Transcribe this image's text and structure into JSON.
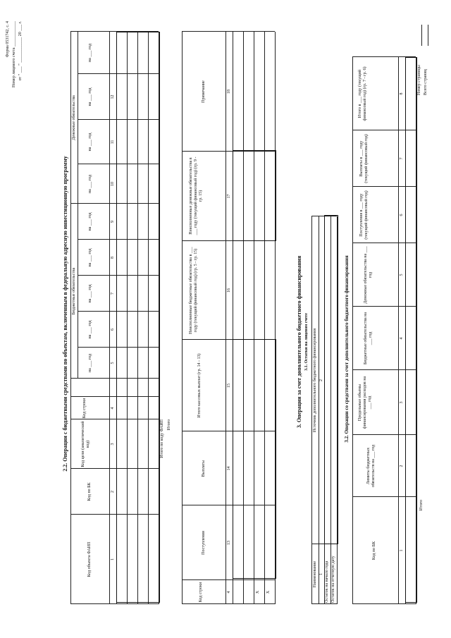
{
  "header": {
    "form_line": "Форма 0531742, с. 4",
    "account_line": "Номер лицевого счета ____________",
    "date_line": "от \" ___ \" ____________ 20 ___ г."
  },
  "section22": {
    "title": "2.2. Операции с бюджетными средствами по объектам, включенным в федеральную адресную инвестиционную программу",
    "col_object_code": "Код объекта ФАИП",
    "col_bk": "Код по БК",
    "col_goal": "Код цели (аналитический код)",
    "col_line": "Код строки",
    "group_budget": "Бюджетные обязательства",
    "group_money": "Денежные обязательства",
    "year_label": "на ___ год",
    "nums": [
      "1",
      "2",
      "3",
      "4",
      "5",
      "6",
      "7",
      "8",
      "9",
      "10",
      "11",
      "12"
    ],
    "total_faip": "Итого по коду ФАИП",
    "total": "Итого"
  },
  "table2": {
    "col_line": "Код строки",
    "col_in": "Поступления",
    "col_out": "Выплаты",
    "col_total_pay": "Итого кассовых выплат (гр. 14 - 13)",
    "col_unfilled_budget": "Неисполненные бюджетные обязательства в ___ году (текущий финансовый год) (гр. 5 - гр. 15)",
    "col_unfilled_money": "Неисполненные денежные обязательства в ___ году (текущий финансовый год) (гр. 9 - гр. 15)",
    "col_note": "Примечание",
    "nums": [
      "4",
      "13",
      "14",
      "15",
      "16",
      "17",
      "18"
    ],
    "x_mark": "X"
  },
  "section3": {
    "title": "3. Операции за счет дополнительного бюджетного финансирования",
    "sub31": "3.1. Остатки на лицевом счете",
    "col_name": "Наименование",
    "col_source": "Источник дополнительного бюджетного финансирования",
    "num1": "1",
    "num2": "2",
    "row_start": "Остаток на начало года",
    "row_end": "Остаток на отчетную дату",
    "sub32": "3.2. Операции со средствами за счет дополнительного бюджетного финансирования",
    "c_bk": "Код по БК",
    "c_limits": "Лимиты бюджетных обязательств на ___ год",
    "c_limit_vol": "Предельные объемы финансирования расходов на ___ год",
    "c_budget_obl": "Бюджетные обязательства на ___ год",
    "c_money_obl": "Денежные обязательства на ___ год",
    "c_in": "Поступления в ___ году (текущий финансовый год)",
    "c_out": "Выплаты в ___ году (текущий финансовый год)",
    "c_total": "Итого в ___ году (текущий финансовый год) (гр. 7 - гр. 6)",
    "nums": [
      "1",
      "2",
      "3",
      "4",
      "5",
      "6",
      "7",
      "8"
    ],
    "total": "Итого"
  },
  "footer": {
    "page_no": "Номер страницы",
    "pages_total": "Всего страниц"
  }
}
